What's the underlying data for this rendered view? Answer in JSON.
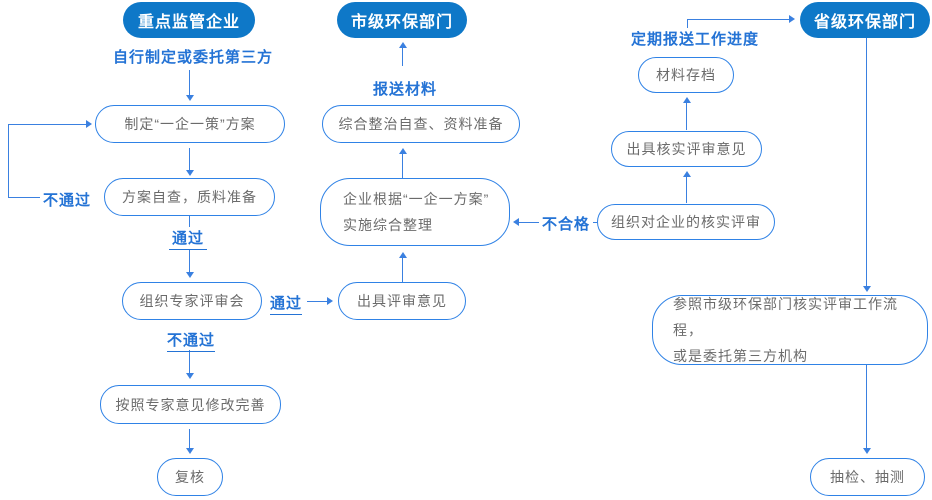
{
  "diagram": {
    "pills": {
      "enterprise": "重点监管企业",
      "city": "市级环保部门",
      "province": "省级环保部门"
    },
    "boxes": {
      "make_plan": "制定“一企一策”方案",
      "self_check": "方案自查，质料准备",
      "expert_review": "组织专家评审会",
      "revise": "按照专家意见修改完善",
      "recheck": "复核",
      "material_prep": "综合整治自查、资料准备",
      "implement_line1": "企业根据“一企一方案”",
      "implement_line2": "实施综合整理",
      "issue_opinion": "出具评审意见",
      "archive": "材料存档",
      "verify_opinion": "出具核实评审意见",
      "organize_verify": "组织对企业的核实评审",
      "refer_line1": "参照市级环保部门核实评审工作流程，",
      "refer_line2": "或是委托第三方机构",
      "spot_check": "抽检、抽测"
    },
    "labels": {
      "self_or_third": "自行制定或委托第三方",
      "submit_material": "报送材料",
      "report_progress": "定期报送工作进度",
      "fail_left": "不通过",
      "pass_down": "通过",
      "pass_right": "通过",
      "fail_down": "不通过",
      "unqualified": "不合格"
    },
    "colors": {
      "pill_bg": "#0e78c8",
      "pill_text": "#ffffff",
      "box_border": "#2f82e6",
      "box_text": "#6b6b6b",
      "label_text": "#2473d5",
      "line": "#3a80e0"
    }
  }
}
